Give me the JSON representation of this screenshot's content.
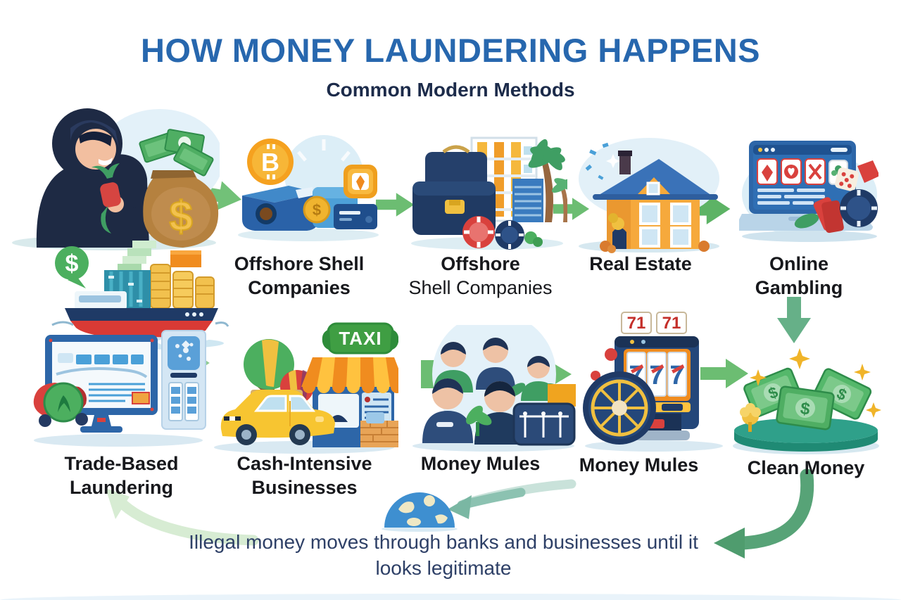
{
  "title": "HOW MONEY LAUNDERING HAPPENS",
  "subtitle": "Common Modern Methods",
  "labels": {
    "crypto1": "Offshore Shell",
    "crypto2": "Companies",
    "offshore1": "Offshore",
    "offshore2": "Shell Companies",
    "real_estate": "Real Estate",
    "gambling1": "Online",
    "gambling2": "Gambling",
    "trade1": "Trade-Based",
    "trade2": "Laundering",
    "cash1": "Cash-Intensive",
    "cash2": "Businesses",
    "mules_people": "Money Mules",
    "mules_slot": "Money Mules",
    "clean": "Clean Money"
  },
  "caption": {
    "line1": "Illegal money moves through banks and businesses until it",
    "line2": "looks legitimate"
  },
  "icon_text": {
    "bag_dollar": "$",
    "bubble_dollar": "$",
    "coin_dollar": "$",
    "bill_dollar": "$",
    "bitcoin_symbol": "B",
    "taxi_sign": "TAXI",
    "slot_left": "71",
    "slot_right": "71"
  },
  "icons": [
    "criminal-icon",
    "money-bag-icon",
    "cash-bills-icon",
    "bitcoin-icon",
    "card-reader-icon",
    "wallet-icon",
    "credit-card-icon",
    "gold-badge-icon",
    "briefcase-icon",
    "office-building-icon",
    "palm-tree-icon",
    "poker-chips-icon",
    "house-icon",
    "laptop-icon",
    "dice-icon",
    "poker-chip-icon",
    "red-cards-icon",
    "dollar-bubble-icon",
    "cargo-ship-icon",
    "containers-icon",
    "coin-stacks-icon",
    "gangway-steps",
    "monitor-icon",
    "atm-icon",
    "toy-logo-icon",
    "tree-icon",
    "taxi-sign-icon",
    "shop-icon",
    "brick-wall-icon",
    "taxi-car-icon",
    "people-group-icon",
    "suitcase-chart-icon",
    "slot-machine-icon",
    "roulette-wheel-icon",
    "clean-cash-icon",
    "globe-icon",
    "flow-arrows"
  ],
  "colors": {
    "title_blue": "#2767ae",
    "subtitle_navy": "#1c2b4a",
    "label_black": "#17181c",
    "caption_blue": "#2e4067",
    "arrow_green": "#6cbd72",
    "arrow_teal": "#66b088",
    "arrow_pale_green": "#d7ecd3",
    "bg_blob_blue": "#e3f1f9"
  }
}
